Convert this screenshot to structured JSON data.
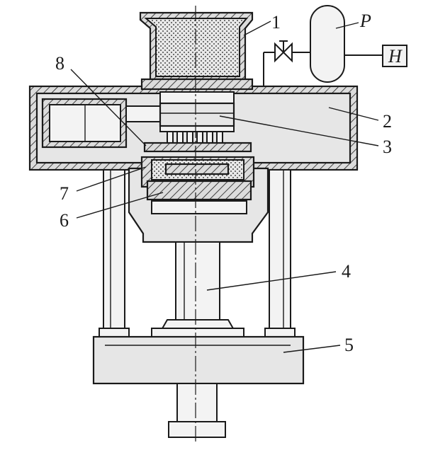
{
  "labels": {
    "hopper": "1",
    "chamber": "2",
    "nozzle_plate": "3",
    "ram": "4",
    "base": "5",
    "platen": "6",
    "mold_box": "7",
    "grid": "8",
    "pressure_vessel": "P",
    "pump": "H"
  },
  "icons": {
    "valve": "valve-icon"
  }
}
